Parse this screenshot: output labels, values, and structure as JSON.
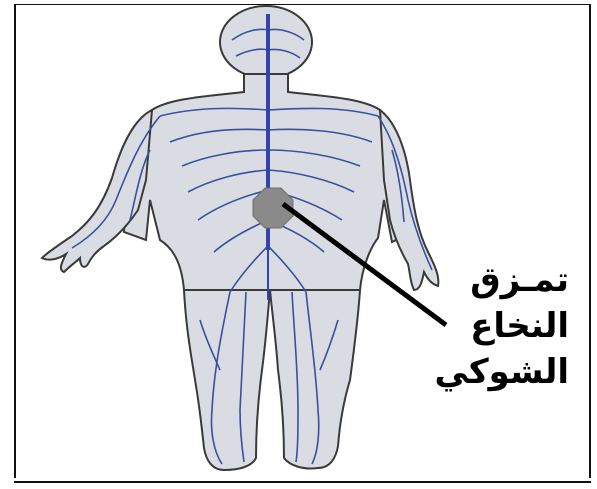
{
  "annotation": {
    "lines": [
      "تمـزق",
      "النخاع",
      "الشوكي"
    ]
  },
  "colors": {
    "body_fill": "#d9dde3",
    "outline": "#3a3a3a",
    "nerve": "#3b4f9e",
    "spinal_cord": "#2f46a8",
    "injury_marker": "#8a8a8a",
    "pointer_line": "#000000"
  }
}
